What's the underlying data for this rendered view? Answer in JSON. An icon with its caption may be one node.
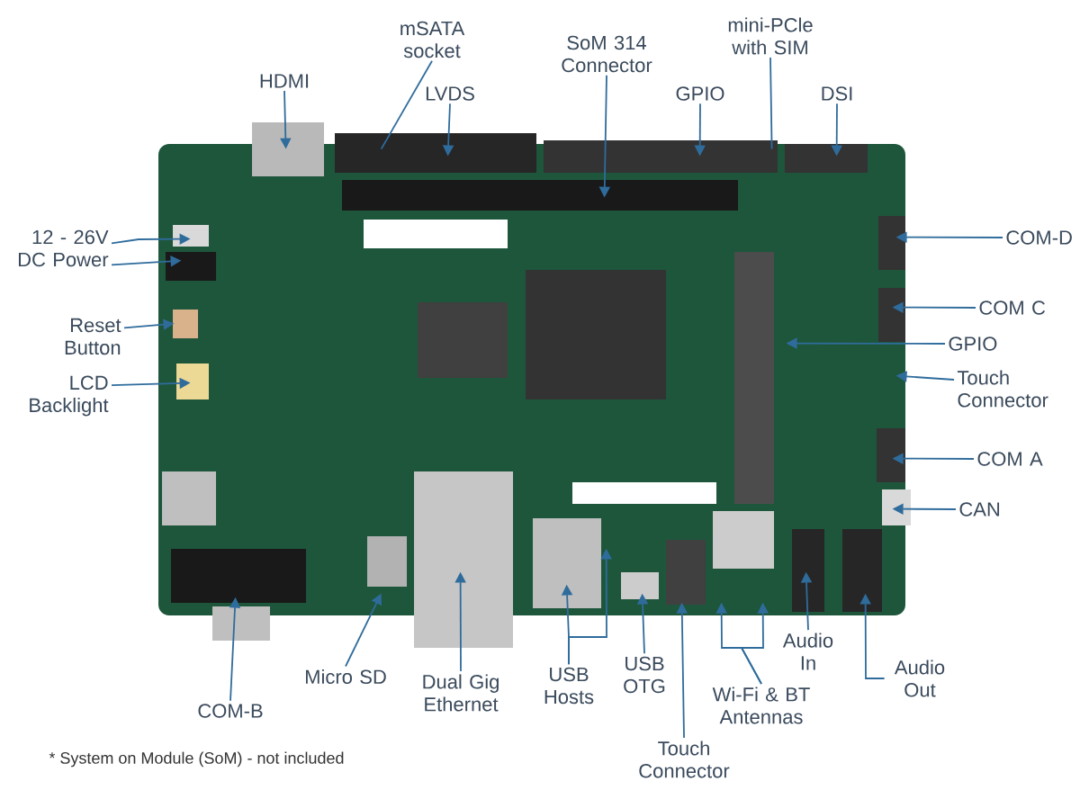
{
  "diagram": {
    "nodes": [
      {
        "text": [],
        "shape": "picture"
      },
      {
        "text": [
          "HDMI"
        ]
      },
      {
        "text": [
          "mSATA socket"
        ]
      },
      {
        "text": [
          "LVDS"
        ]
      },
      {
        "text": [
          "SoM 314 Connector"
        ]
      },
      {
        "text": [
          "GPIO"
        ]
      },
      {
        "text": [
          "mini-PCle with SIM"
        ]
      },
      {
        "text": [
          "DSI"
        ]
      },
      {
        "text": [
          "COM-D"
        ]
      },
      {
        "text": [
          "COM C"
        ]
      },
      {
        "text": [
          "GPIO"
        ]
      },
      {
        "text": [
          "Touch Connector"
        ]
      },
      {
        "text": [
          "COM A"
        ]
      },
      {
        "text": [
          "CAN"
        ]
      },
      {
        "text": [
          "12 - 26V DC Power"
        ]
      },
      {
        "text": [
          "Reset Button"
        ]
      },
      {
        "text": [
          "LCD Backlight"
        ]
      },
      {
        "text": [
          "COM-B"
        ]
      },
      {
        "text": [
          "Micro SD"
        ]
      },
      {
        "text": [
          "Dual Gig Ethernet"
        ]
      },
      {
        "text": [
          "USB Hosts"
        ]
      },
      {
        "text": [
          "USB OTG"
        ]
      },
      {
        "text": [
          "Touch Connector"
        ]
      },
      {
        "text": [
          "Wi-Fi & BT Antennas"
        ]
      },
      {
        "text": [
          "Audio In"
        ]
      },
      {
        "text": [
          "Audio Out"
        ]
      }
    ],
    "edges": [
      {
        "from": 1,
        "to": 0,
        "arrow": "to"
      },
      {
        "from": 2,
        "to": 0,
        "arrow": "none"
      },
      {
        "from": 3,
        "to": 0,
        "arrow": "to"
      },
      {
        "from": 4,
        "to": 0,
        "arrow": "to"
      },
      {
        "from": 5,
        "to": 0,
        "arrow": "to"
      },
      {
        "from": 6,
        "to": 0,
        "arrow": "none"
      },
      {
        "from": 7,
        "to": 0,
        "arrow": "to"
      },
      {
        "from": 8,
        "to": 0,
        "arrow": "to"
      },
      {
        "from": 9,
        "to": 0,
        "arrow": "to"
      },
      {
        "from": 10,
        "to": 0,
        "arrow": "to"
      },
      {
        "from": 11,
        "to": 0,
        "arrow": "to"
      },
      {
        "from": 12,
        "to": 0,
        "arrow": "to"
      },
      {
        "from": 13,
        "to": 0,
        "arrow": "to"
      },
      {
        "from": 14,
        "to": 0,
        "arrow": "to"
      },
      {
        "from": 14,
        "to": 0,
        "arrow": "to"
      },
      {
        "from": 15,
        "to": 0,
        "arrow": "to"
      },
      {
        "from": 16,
        "to": 0,
        "arrow": "to"
      },
      {
        "from": 17,
        "to": 0,
        "arrow": "to"
      },
      {
        "from": 18,
        "to": 0,
        "arrow": "to"
      },
      {
        "from": 19,
        "to": 0,
        "arrow": "to"
      },
      {
        "from": 20,
        "to": 0,
        "arrow": "to"
      },
      {
        "from": 20,
        "to": 0,
        "arrow": "to"
      },
      {
        "from": 21,
        "to": 0,
        "arrow": "to"
      },
      {
        "from": 22,
        "to": 0,
        "arrow": "to"
      },
      {
        "from": 23,
        "to": 0,
        "arrow": "to"
      },
      {
        "from": 23,
        "to": 0,
        "arrow": "to"
      },
      {
        "from": 24,
        "to": 0,
        "arrow": "to"
      },
      {
        "from": 25,
        "to": 0,
        "arrow": "to"
      }
    ],
    "labels": [
      "* System on Module  (SoM) - not included"
    ]
  }
}
